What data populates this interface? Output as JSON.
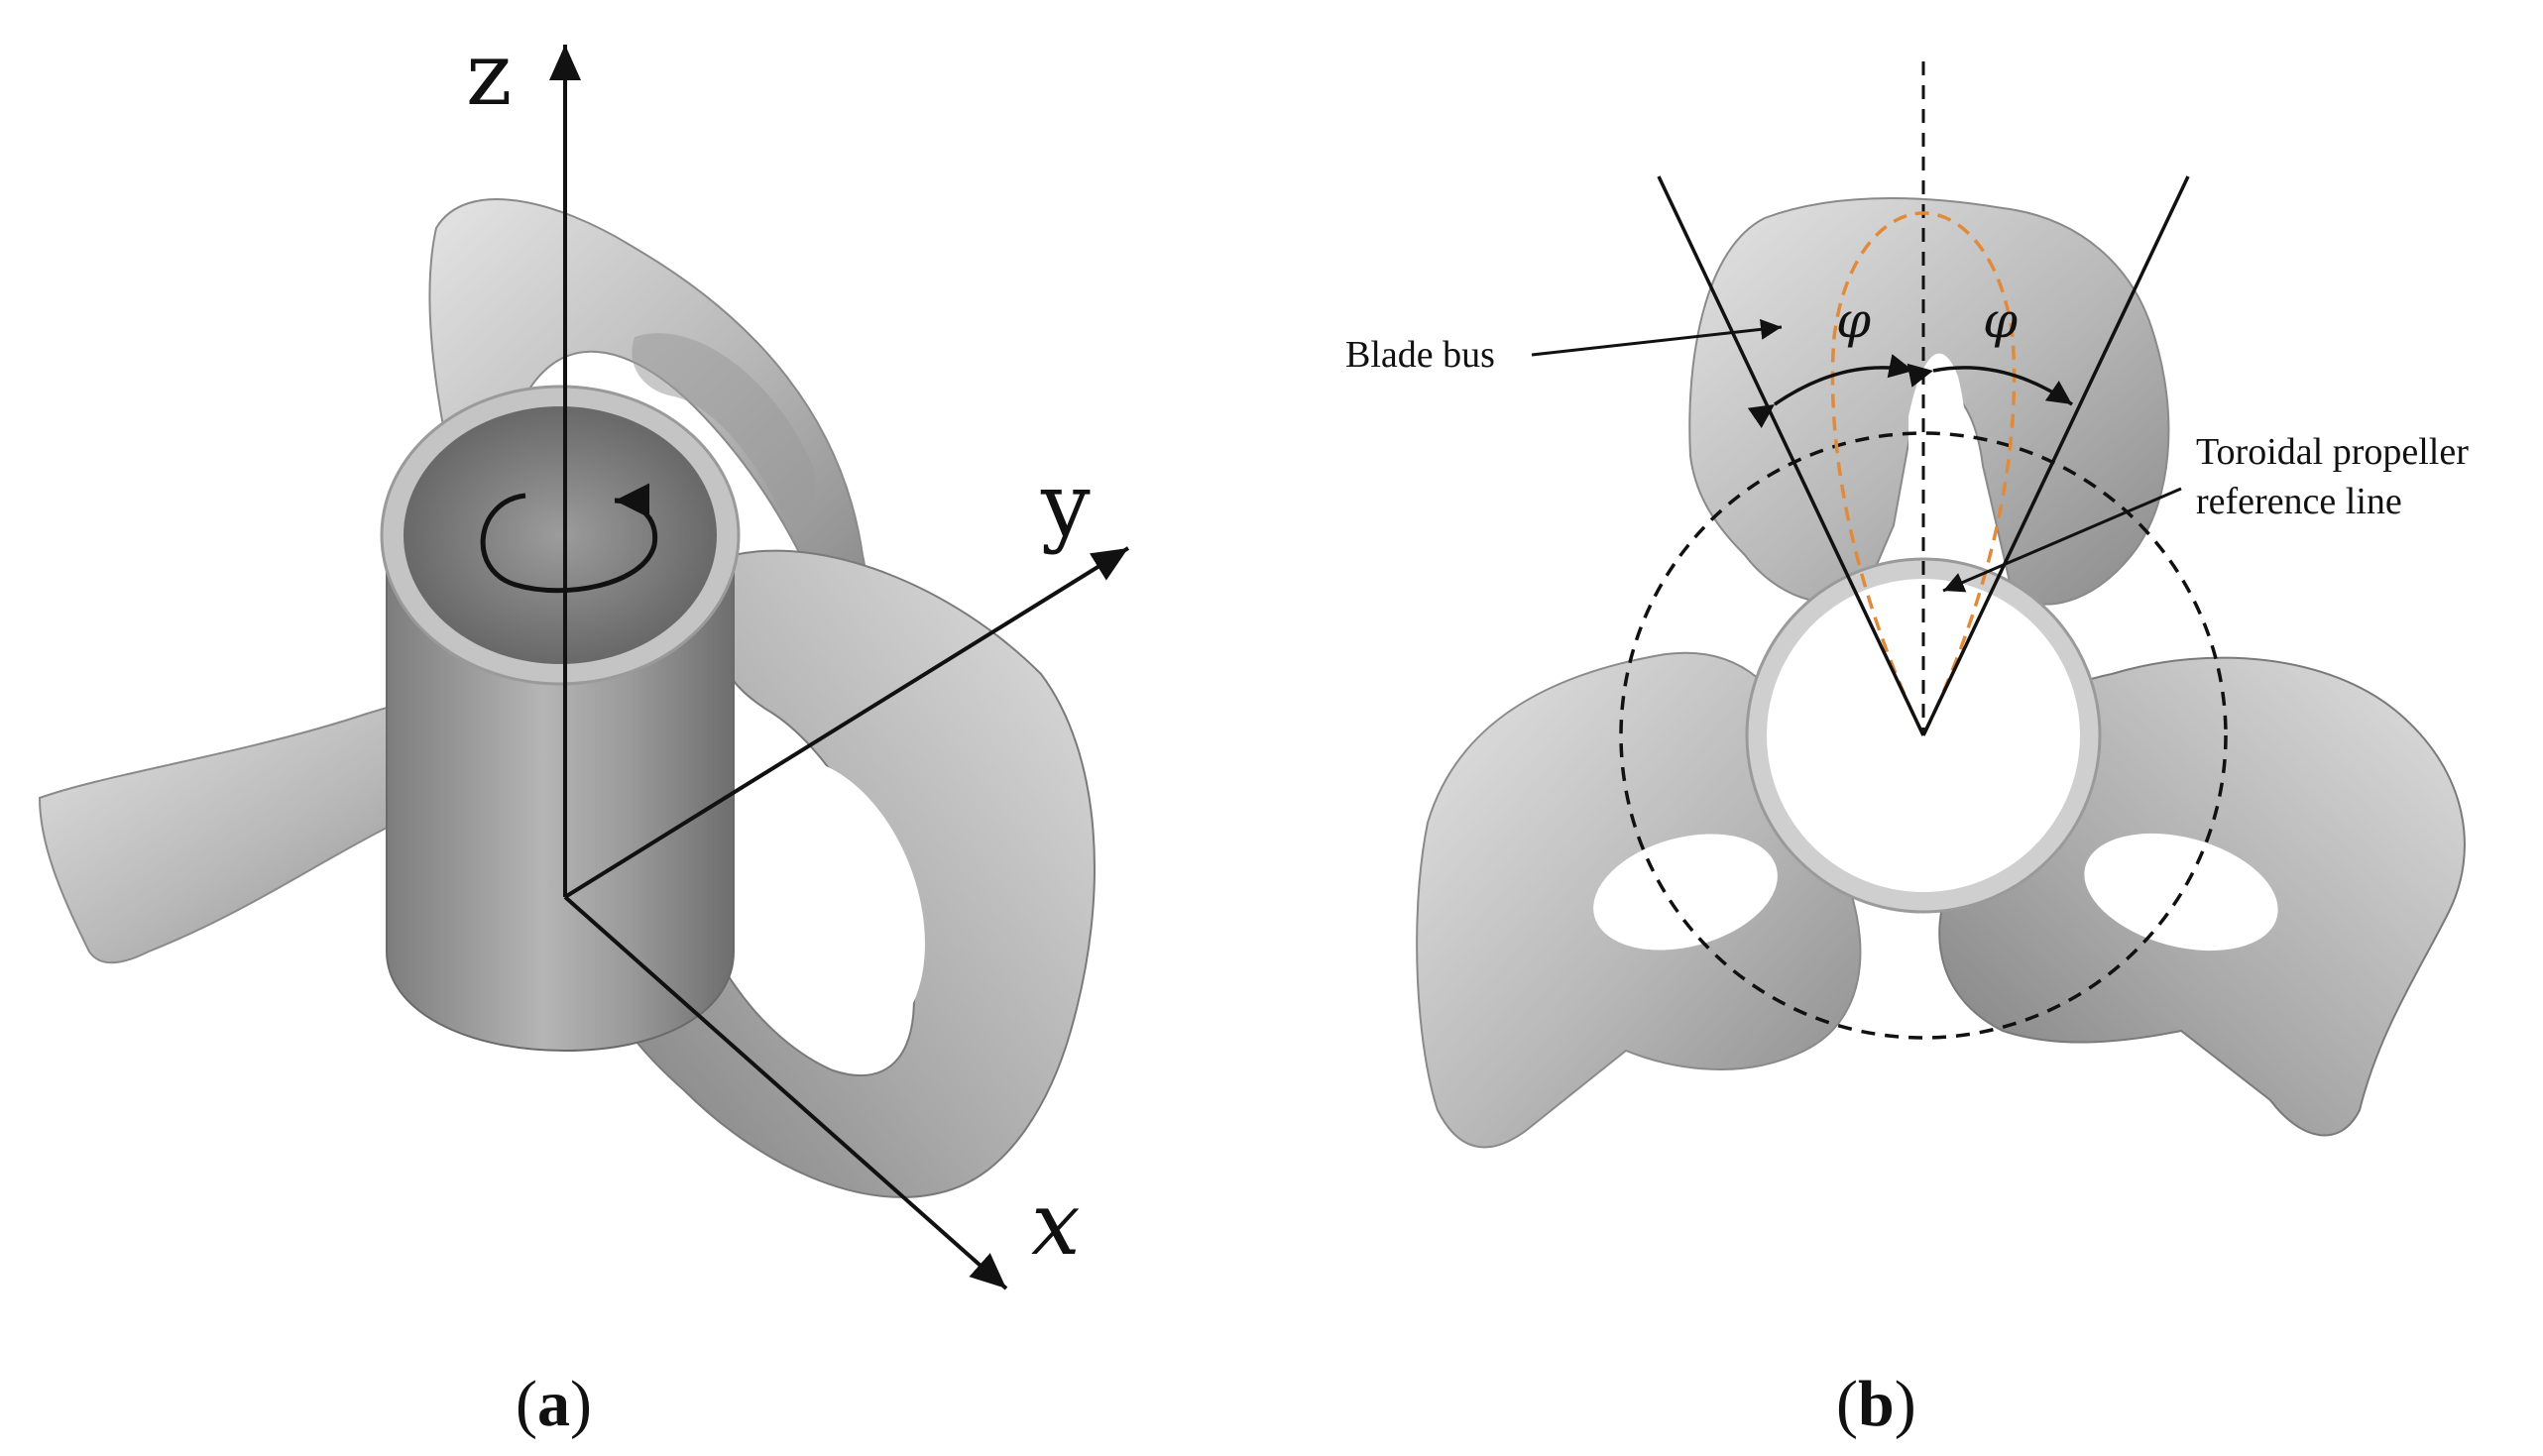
{
  "panel_a": {
    "label_open": "(",
    "label_letter": "a",
    "label_close": ")",
    "axes": {
      "z": "z",
      "y": "y",
      "x": "x"
    }
  },
  "panel_b": {
    "label_open": "(",
    "label_letter": "b",
    "label_close": ")",
    "blade_bus": "Blade bus",
    "reference_line_1": "Toroidal propeller",
    "reference_line_2": "reference line",
    "phi_left": "φ",
    "phi_right": "φ"
  },
  "colors": {
    "blade_light": "#d6d6d6",
    "blade_dark": "#8c8c8c",
    "hub_rim": "#c8c8c8",
    "orange_dash": "#e08a3c",
    "line": "#111111"
  }
}
